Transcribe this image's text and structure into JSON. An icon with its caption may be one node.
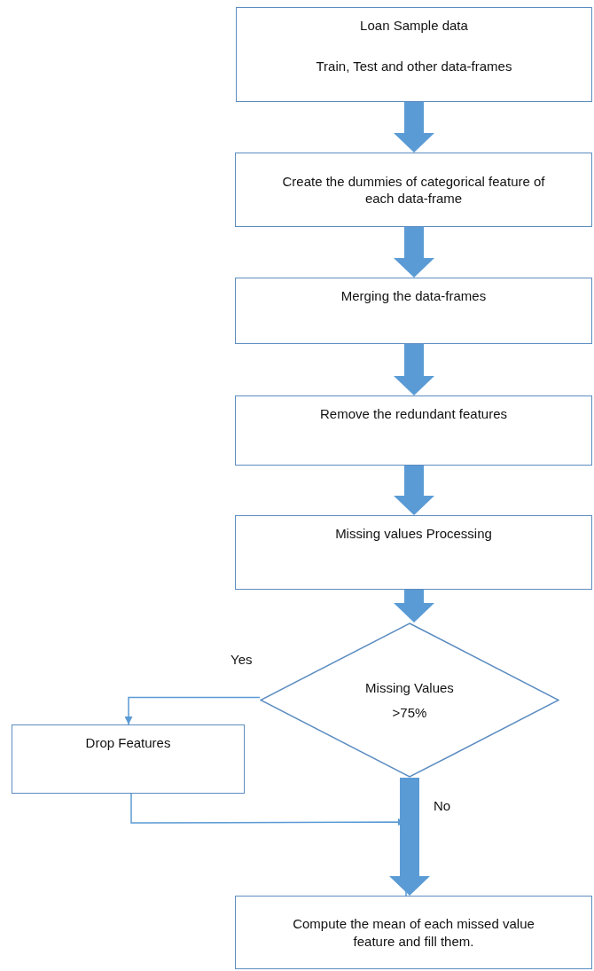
{
  "diagram": {
    "nodes": [
      {
        "text": [
          "Loan Sample data",
          "Train, Test and other data-frames"
        ]
      },
      {
        "text": [
          "Create the dummies of categorical feature of each data-frame"
        ]
      },
      {
        "text": [
          "Merging the data-frames"
        ]
      },
      {
        "text": [
          "Remove the redundant features"
        ]
      },
      {
        "text": [
          "Missing values Processing"
        ]
      },
      {
        "text": [
          "Missing Values",
          ">75%"
        ]
      },
      {
        "text": [
          "Drop Features"
        ]
      },
      {
        "text": [
          "Compute the mean of each missed value feature and fill them."
        ]
      }
    ],
    "edges": [
      {
        "from": 0,
        "to": 1,
        "arrow": "to"
      },
      {
        "from": 1,
        "to": 2,
        "arrow": "to"
      },
      {
        "from": 2,
        "to": 3,
        "arrow": "to"
      },
      {
        "from": 3,
        "to": 4,
        "arrow": "to"
      },
      {
        "from": 4,
        "to": 5,
        "arrow": "to"
      },
      {
        "from": 5,
        "to": 6,
        "arrow": "to",
        "label": "Yes"
      },
      {
        "from": 5,
        "to": 7,
        "arrow": "to",
        "label": "No"
      },
      {
        "from": 6,
        "to": 7,
        "arrow": "to"
      }
    ]
  }
}
